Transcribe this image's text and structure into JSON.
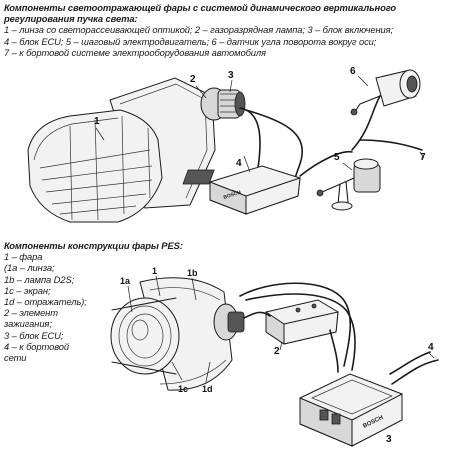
{
  "section1": {
    "title_lines": [
      "Компоненты светоотражающей фары с системой динамического вертикального",
      "регулирования пучка света:"
    ],
    "items": [
      "1 – линза со светорассеивающей оптикой; 2 – газоразрядная лампа; 3 – блок включения;",
      "4 – блок ECU; 5 – шаговый  электродвигатель; 6 – датчик угла поворота вокруг оси;",
      "7 – к  бортовой системе электрооборудования автомобиля"
    ],
    "labels": {
      "n1": "1",
      "n2": "2",
      "n3": "3",
      "n4": "4",
      "n5": "5",
      "n6": "6",
      "n7": "7"
    }
  },
  "section2": {
    "title": "Компоненты конструкции фары PES:",
    "items": [
      "1 – фара",
      "(1а – линза;",
      "1b – лампа D2S;",
      "1c – экран;",
      "1d – отражатель);",
      "2 – элемент",
      "      зажигания;",
      "3 – блок ECU;",
      "4 – к бортовой",
      "      сети"
    ],
    "labels": {
      "n1a": "1a",
      "n1": "1",
      "n1b": "1b",
      "n1c": "1c",
      "n1d": "1d",
      "n2": "2",
      "n3": "3",
      "n4": "4"
    }
  },
  "logos": {
    "brand": "BOSCH"
  }
}
